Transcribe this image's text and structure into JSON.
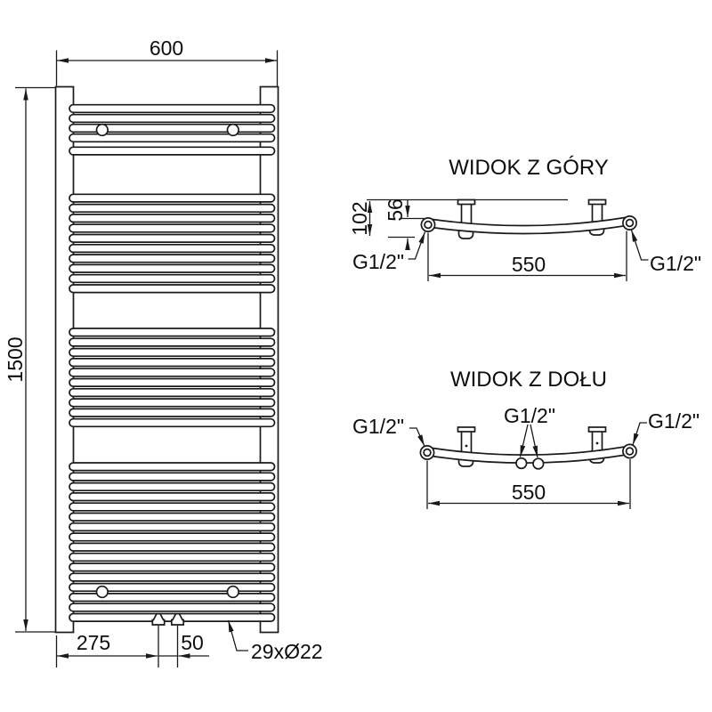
{
  "front_view": {
    "width_label": "600",
    "height_label": "1500",
    "left_offset_label": "275",
    "pipe_spacing_label": "50",
    "rungs_label": "29xØ22"
  },
  "top_view": {
    "title": "WIDOK Z GÓRY",
    "depth_label": "102",
    "wall_offset_label": "56",
    "span_label": "550",
    "left_connection_label": "G1/2\"",
    "right_connection_label": "G1/2\""
  },
  "bottom_view": {
    "title": "WIDOK Z DOŁU",
    "span_label": "550",
    "left_connection_label": "G1/2\"",
    "center_connection_label": "G1/2\"",
    "right_connection_label": "G1/2\""
  },
  "colors": {
    "line": "#1a1a1a",
    "background": "#ffffff"
  }
}
